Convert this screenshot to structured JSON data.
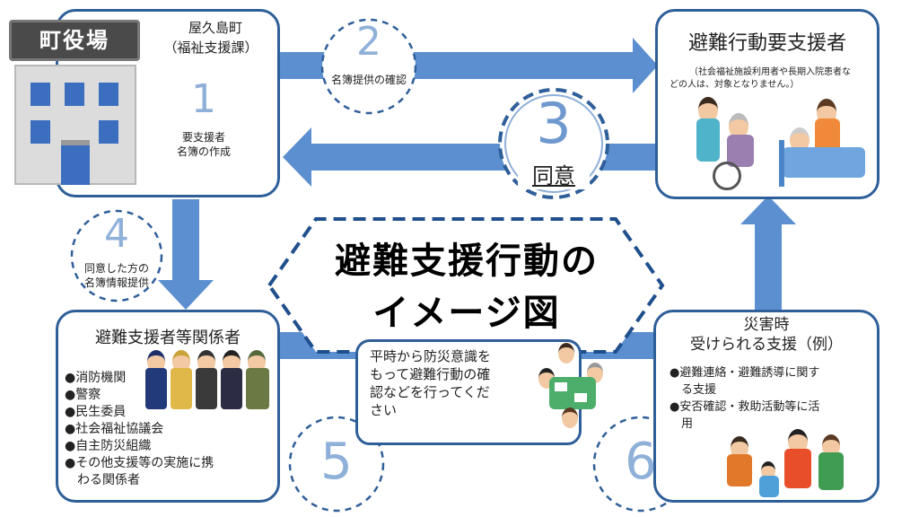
{
  "town": {
    "sign": "町役場",
    "name": "屋久島町",
    "dept": "（福祉支援課）"
  },
  "step1": {
    "number": "1",
    "text_line1": "要支援者",
    "text_line2": "名簿の作成"
  },
  "step2": {
    "number": "2",
    "text": "名簿提供の確認"
  },
  "step3": {
    "number": "3",
    "text": "同意"
  },
  "step4": {
    "number": "4",
    "text_line1": "同意した方の",
    "text_line2": "名簿情報提供"
  },
  "step5": {
    "number": "5"
  },
  "step6": {
    "number": "6"
  },
  "needs_support": {
    "title": "避難行動要支援者",
    "note_line1": "（社会福祉施設利用者や長期入院患者な",
    "note_line2": "どの人は、対象となりません。）"
  },
  "center": {
    "line1": "避難支援行動の",
    "line2": "イメージ図"
  },
  "supporters": {
    "title": "避難支援者等関係者",
    "items": [
      "●消防機関",
      "●警察",
      "●民生委員",
      "●社会福祉協議会",
      "●自主防災組織",
      "●その他支援等の実施に携",
      "　わる関係者"
    ]
  },
  "peacetime": {
    "line1": "平時から防災意識を",
    "line2": "もって避難行動の確",
    "line3": "認などを行ってくだ",
    "line4": "さい"
  },
  "disaster": {
    "title_line1": "災害時",
    "title_line2": "受けられる支援（例）",
    "items": [
      "●避難連絡・避難誘導に関す",
      "　る支援",
      "●安否確認・救助活動等に活",
      "　用"
    ]
  }
}
